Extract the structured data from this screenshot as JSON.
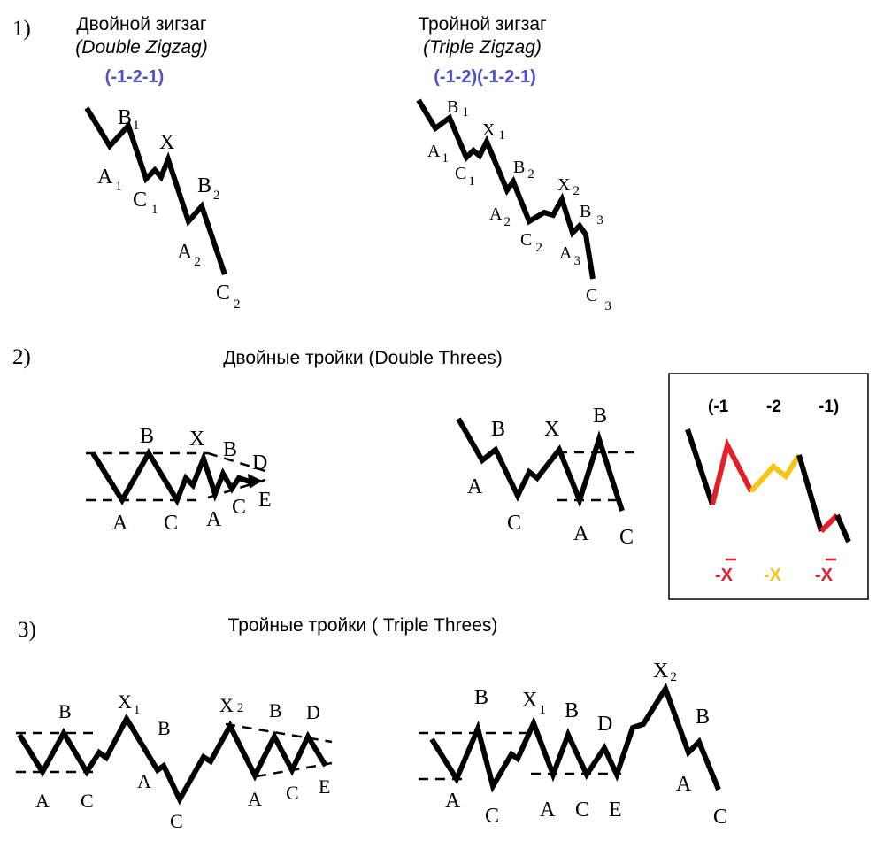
{
  "sections": [
    {
      "number": "1)",
      "diagrams": [
        {
          "title_ru": "Двойной зигзаг",
          "title_en": "(Double Zigzag)",
          "code": "(-1-2-1)"
        },
        {
          "title_ru": "Тройной зигзаг",
          "title_en": "(Triple Zigzag)",
          "code": "(-1-2)(-1-2-1)"
        }
      ]
    },
    {
      "number": "2)",
      "title": "Двойные тройки (Double Threes)"
    },
    {
      "number": "3)",
      "title": "Тройные тройки ( Triple Threes)"
    }
  ],
  "labels": {
    "A": "A",
    "B": "B",
    "C": "C",
    "D": "D",
    "E": "E",
    "X": "X",
    "sub1": "1",
    "sub2": "2",
    "sub3": "3"
  },
  "legend_box": {
    "top": [
      "(-1",
      "-2",
      "-1)"
    ],
    "bottom": [
      "-X",
      "-X",
      "-X"
    ],
    "colors": {
      "red": "#e2202a",
      "yellow": "#f6c416",
      "black": "#000000"
    }
  }
}
